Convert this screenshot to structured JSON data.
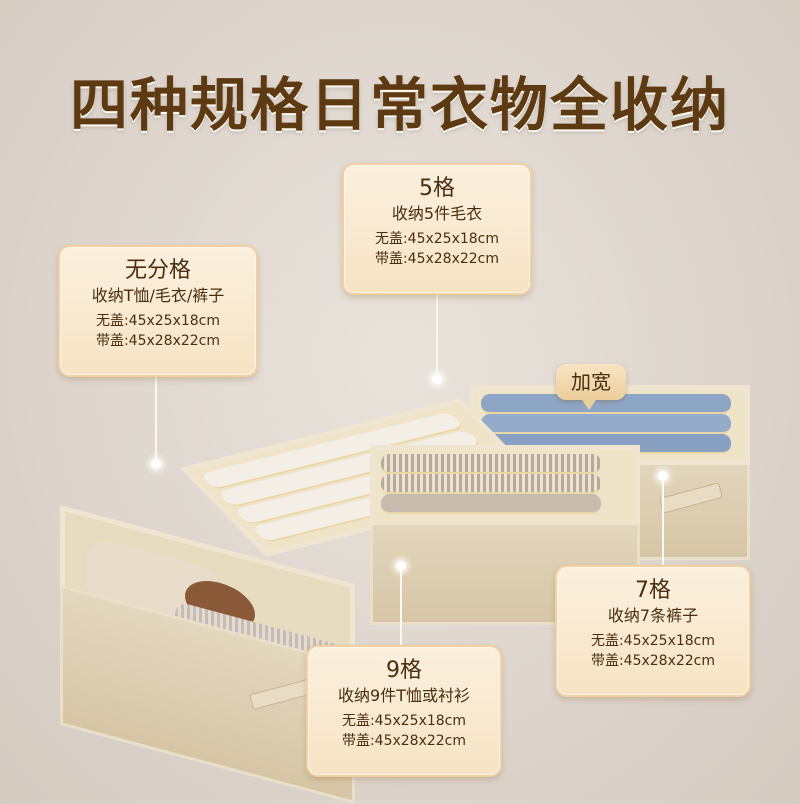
{
  "title": "四种规格日常衣物全收纳",
  "badge": "加宽",
  "cards": [
    {
      "id": "none",
      "heading": "无分格",
      "subtitle": "收纳T恤/毛衣/裤子",
      "dims_no_lid": "无盖:45x25x18cm",
      "dims_with_lid": "带盖:45x28x22cm"
    },
    {
      "id": "five",
      "heading": "5格",
      "subtitle": "收纳5件毛衣",
      "dims_no_lid": "无盖:45x25x18cm",
      "dims_with_lid": "带盖:45x28x22cm"
    },
    {
      "id": "seven",
      "heading": "7格",
      "subtitle": "收纳7条裤子",
      "dims_no_lid": "无盖:45x25x18cm",
      "dims_with_lid": "带盖:45x28x22cm"
    },
    {
      "id": "nine",
      "heading": "9格",
      "subtitle": "收纳9件T恤或衬衫",
      "dims_no_lid": "无盖:45x25x18cm",
      "dims_with_lid": "带盖:45x28x22cm"
    }
  ],
  "colors": {
    "title": "#5e3a12",
    "card_bg": "#f9ead2",
    "card_border": "#f1cfa3",
    "box_fabric": "#ddd0b5",
    "denim": "#8ea6c6"
  }
}
